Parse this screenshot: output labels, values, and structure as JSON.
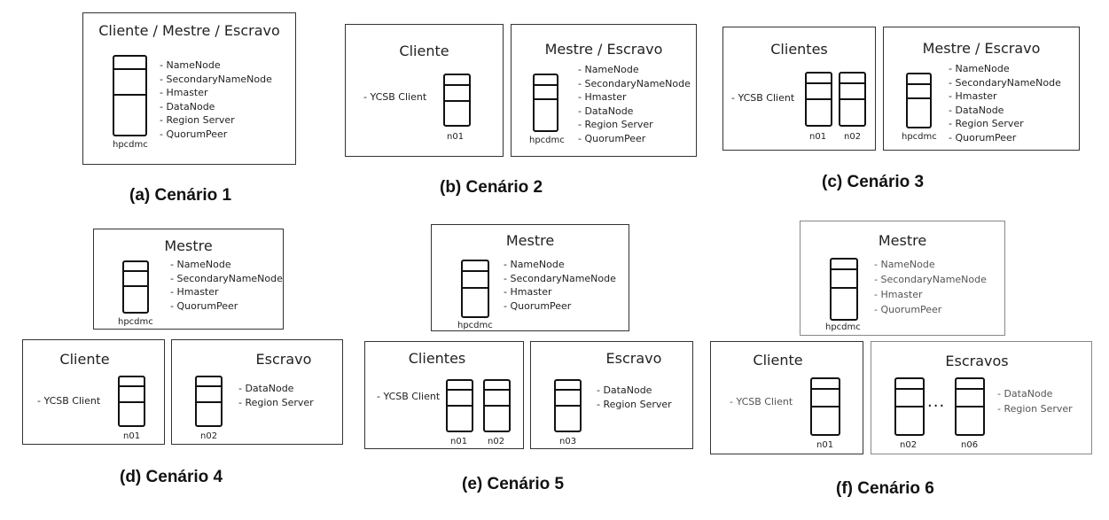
{
  "common": {
    "master_label": "hpcdmc",
    "ycsb_client": "- YCSB Client",
    "role_namenode": "- NameNode",
    "role_secondary": "- SecondaryNameNode",
    "role_hmaster": "- Hmaster",
    "role_datanode": "- DataNode",
    "role_region": "- Region Server",
    "role_quorum": "- QuorumPeer",
    "node_n01": "n01",
    "node_n02": "n02",
    "node_n03": "n03",
    "node_n06": "n06",
    "ellipsis": "..."
  },
  "scenario1": {
    "caption": "(a) Cenário 1",
    "box_title": "Cliente / Mestre / Escravo"
  },
  "scenario2": {
    "caption": "(b) Cenário 2",
    "client_title": "Cliente",
    "master_title": "Mestre / Escravo"
  },
  "scenario3": {
    "caption": "(c) Cenário 3",
    "client_title": "Clientes",
    "master_title": "Mestre / Escravo"
  },
  "scenario4": {
    "caption": "(d) Cenário 4",
    "master_title": "Mestre",
    "client_title": "Cliente",
    "slave_title": "Escravo"
  },
  "scenario5": {
    "caption": "(e) Cenário 5",
    "master_title": "Mestre",
    "client_title": "Clientes",
    "slave_title": "Escravo"
  },
  "scenario6": {
    "caption": "(f) Cenário 6",
    "master_title": "Mestre",
    "client_title": "Cliente",
    "slave_title": "Escravos"
  }
}
